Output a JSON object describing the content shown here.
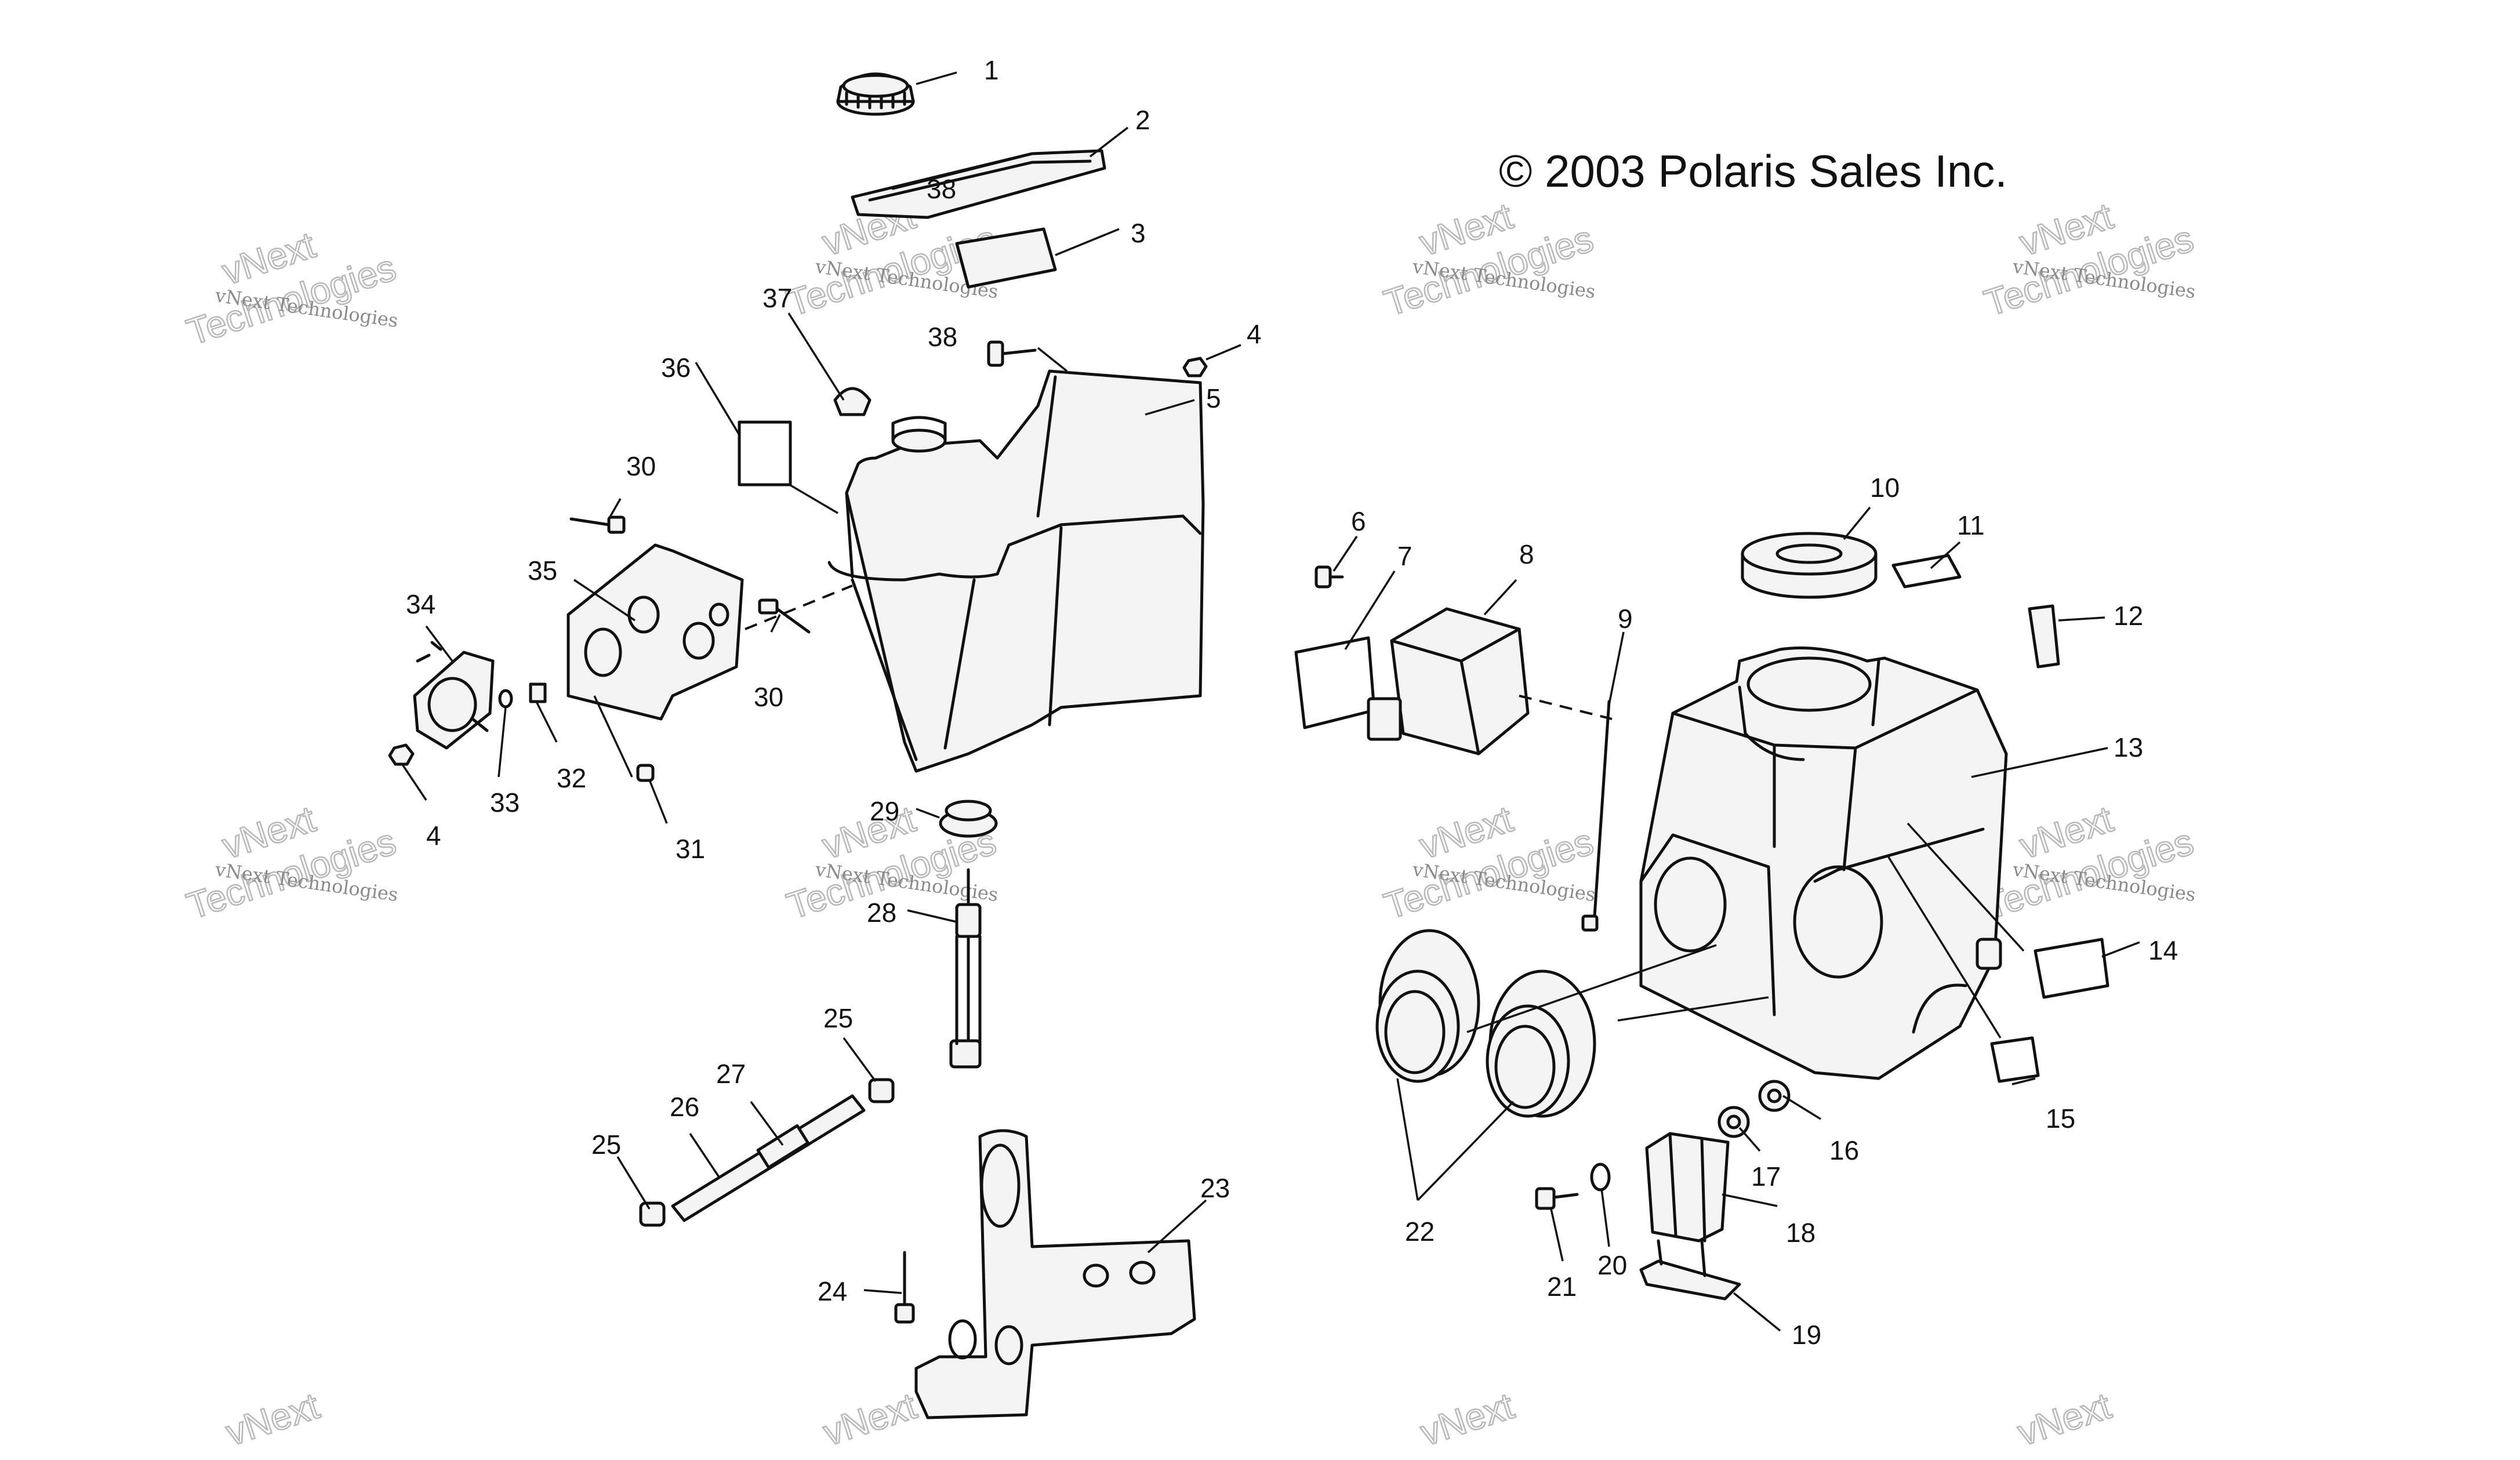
{
  "copyright": "© 2003 Polaris Sales Inc.",
  "watermark": {
    "line1": "vNext Technologies",
    "line2": "vNext",
    "line3": "Technologies"
  },
  "callouts": [
    {
      "id": "c1",
      "label": "1"
    },
    {
      "id": "c2",
      "label": "2"
    },
    {
      "id": "c38a",
      "label": "38"
    },
    {
      "id": "c3",
      "label": "3"
    },
    {
      "id": "c37",
      "label": "37"
    },
    {
      "id": "c38b",
      "label": "38"
    },
    {
      "id": "c4a",
      "label": "4"
    },
    {
      "id": "c36",
      "label": "36"
    },
    {
      "id": "c5",
      "label": "5"
    },
    {
      "id": "c30a",
      "label": "30"
    },
    {
      "id": "c35",
      "label": "35"
    },
    {
      "id": "c34",
      "label": "34"
    },
    {
      "id": "c30b",
      "label": "30"
    },
    {
      "id": "c33",
      "label": "33"
    },
    {
      "id": "c32",
      "label": "32"
    },
    {
      "id": "c4b",
      "label": "4"
    },
    {
      "id": "c31",
      "label": "31"
    },
    {
      "id": "c29",
      "label": "29"
    },
    {
      "id": "c28",
      "label": "28"
    },
    {
      "id": "c25a",
      "label": "25"
    },
    {
      "id": "c27",
      "label": "27"
    },
    {
      "id": "c26",
      "label": "26"
    },
    {
      "id": "c25b",
      "label": "25"
    },
    {
      "id": "c23",
      "label": "23"
    },
    {
      "id": "c24",
      "label": "24"
    },
    {
      "id": "c6",
      "label": "6"
    },
    {
      "id": "c7",
      "label": "7"
    },
    {
      "id": "c8",
      "label": "8"
    },
    {
      "id": "c9",
      "label": "9"
    },
    {
      "id": "c10",
      "label": "10"
    },
    {
      "id": "c11",
      "label": "11"
    },
    {
      "id": "c12",
      "label": "12"
    },
    {
      "id": "c13",
      "label": "13"
    },
    {
      "id": "c14",
      "label": "14"
    },
    {
      "id": "c15",
      "label": "15"
    },
    {
      "id": "c16",
      "label": "16"
    },
    {
      "id": "c17",
      "label": "17"
    },
    {
      "id": "c18",
      "label": "18"
    },
    {
      "id": "c19",
      "label": "19"
    },
    {
      "id": "c20",
      "label": "20"
    },
    {
      "id": "c21",
      "label": "21"
    },
    {
      "id": "c22",
      "label": "22"
    }
  ]
}
